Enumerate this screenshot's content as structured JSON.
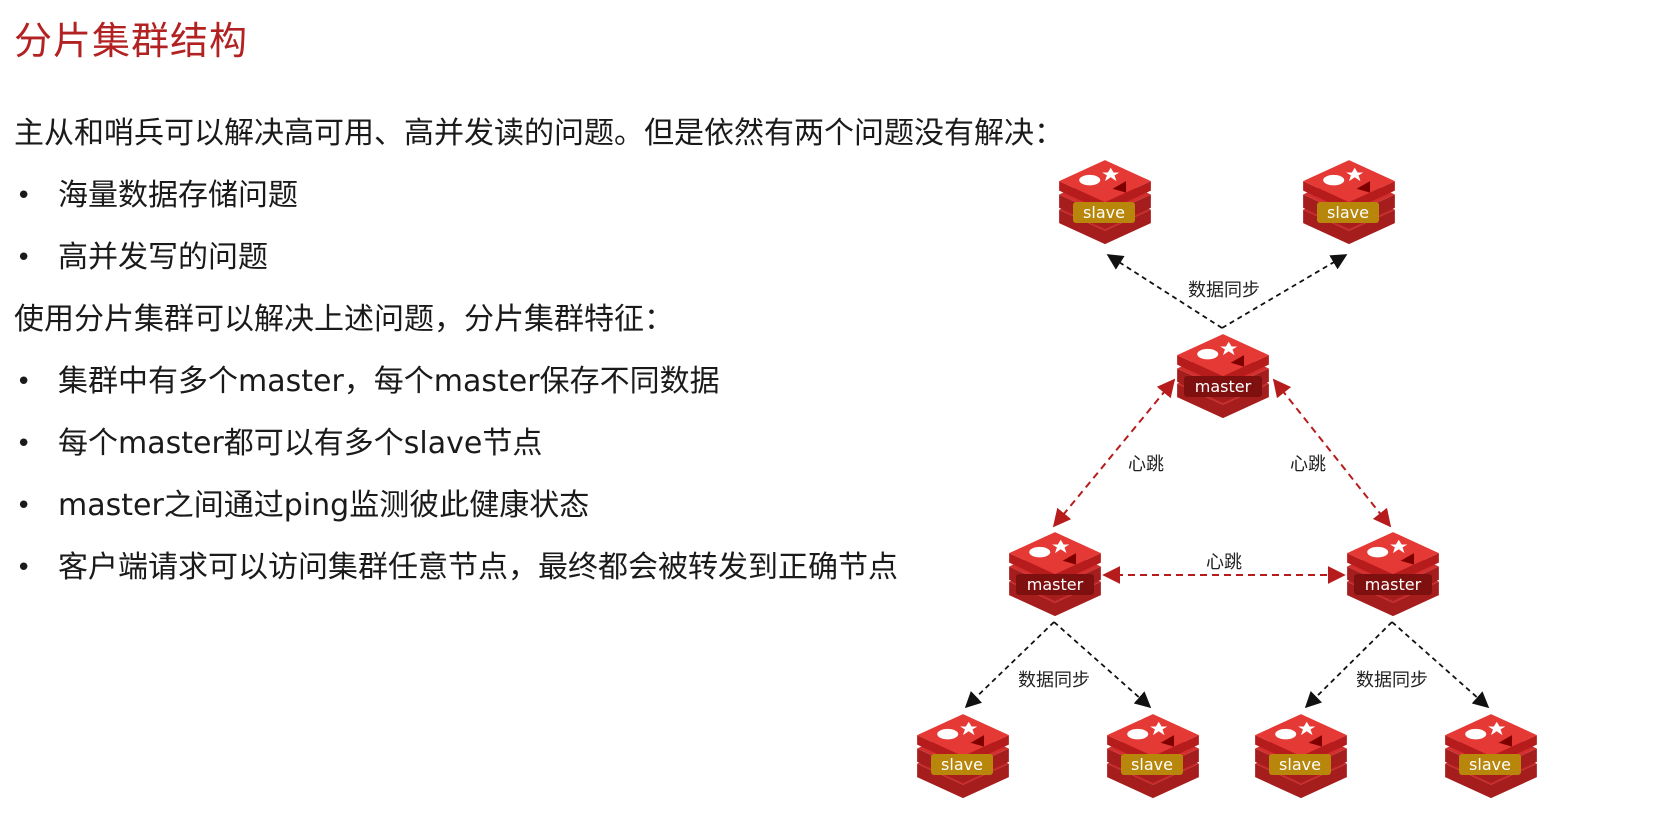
{
  "slide": {
    "title": "分片集群结构",
    "intro": "主从和哨兵可以解决高可用、高并发读的问题。但是依然有两个问题没有解决：",
    "problems": [
      "海量数据存储问题",
      "高并发写的问题"
    ],
    "solution_intro": "使用分片集群可以解决上述问题，分片集群特征：",
    "features": [
      "集群中有多个master，每个master保存不同数据",
      "每个master都可以有多个slave节点",
      "master之间通过ping监测彼此健康状态",
      "客户端请求可以访问集群任意节点，最终都会被转发到正确节点"
    ],
    "bullet_char": "•"
  },
  "diagram": {
    "node_labels": {
      "slave": "slave",
      "master": "master"
    },
    "edge_labels": {
      "sync": "数据同步",
      "heartbeat": "心跳"
    },
    "colors": {
      "title": "#b22222",
      "redis_red": "#d32f2f",
      "label_band": "#b8860b",
      "heartbeat_line": "#b71c1c",
      "sync_line": "#111111"
    }
  }
}
